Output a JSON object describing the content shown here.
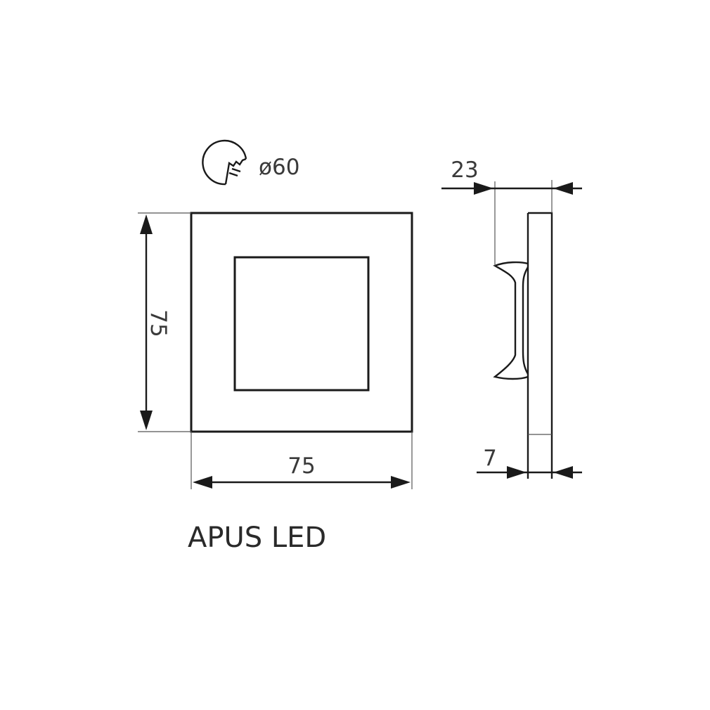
{
  "product": {
    "title": "APUS LED"
  },
  "front_view": {
    "width_label": "75",
    "height_label": "75"
  },
  "cutout": {
    "icon": "hole-saw-icon",
    "diameter_label": "ø60"
  },
  "side_view": {
    "depth_label": "23",
    "thickness_label": "7"
  },
  "colors": {
    "line": "#1a1a1a",
    "text": "#3a3a3a",
    "background": "#ffffff"
  }
}
